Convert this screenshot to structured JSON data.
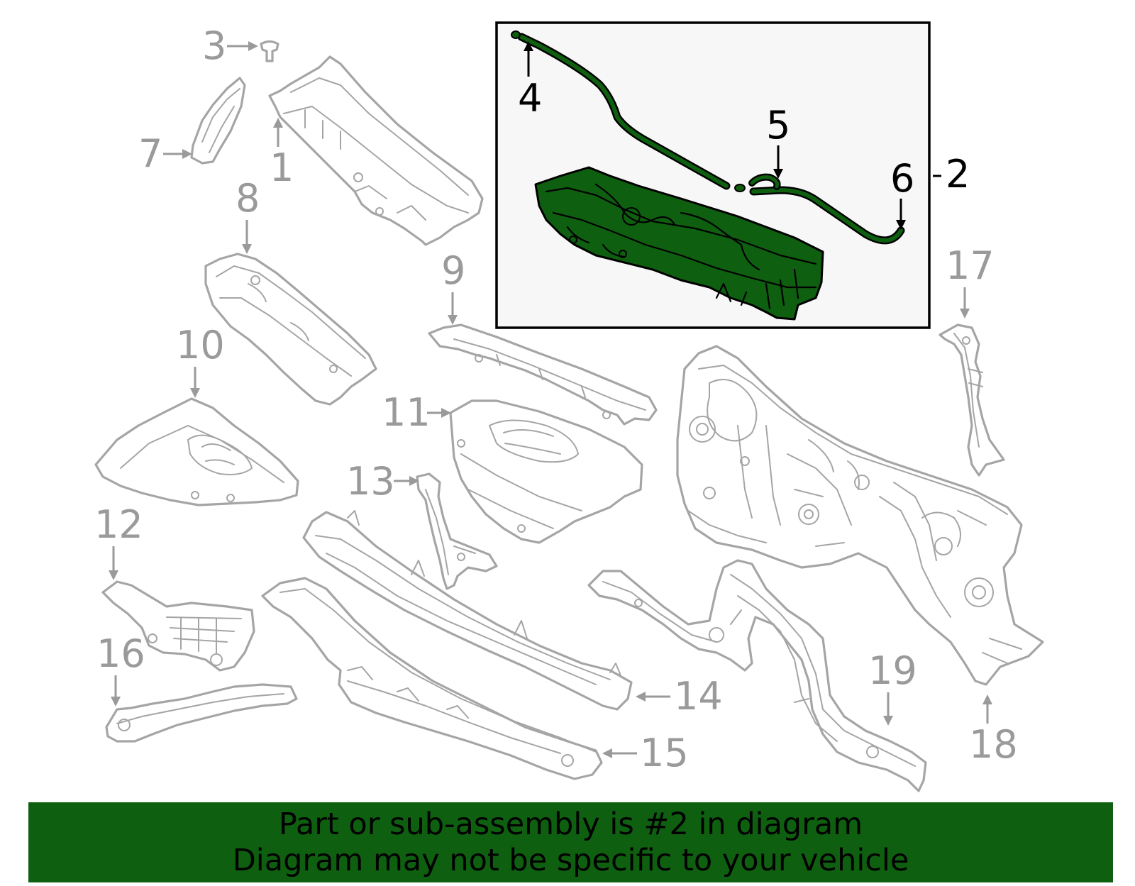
{
  "callouts": {
    "c1": "1",
    "c2": "2",
    "c3": "3",
    "c4": "4",
    "c5": "5",
    "c6": "6",
    "c7": "7",
    "c8": "8",
    "c9": "9",
    "c10": "10",
    "c11": "11",
    "c12": "12",
    "c13": "13",
    "c14": "14",
    "c15": "15",
    "c16": "16",
    "c17": "17",
    "c18": "18",
    "c19": "19"
  },
  "highlight": {
    "part_number": "2",
    "color": "#0f5f10"
  },
  "banner": {
    "line1": "Part or sub-assembly is #2 in diagram",
    "line2": "Diagram may not be specific to your vehicle",
    "background": "#0f5f10"
  }
}
